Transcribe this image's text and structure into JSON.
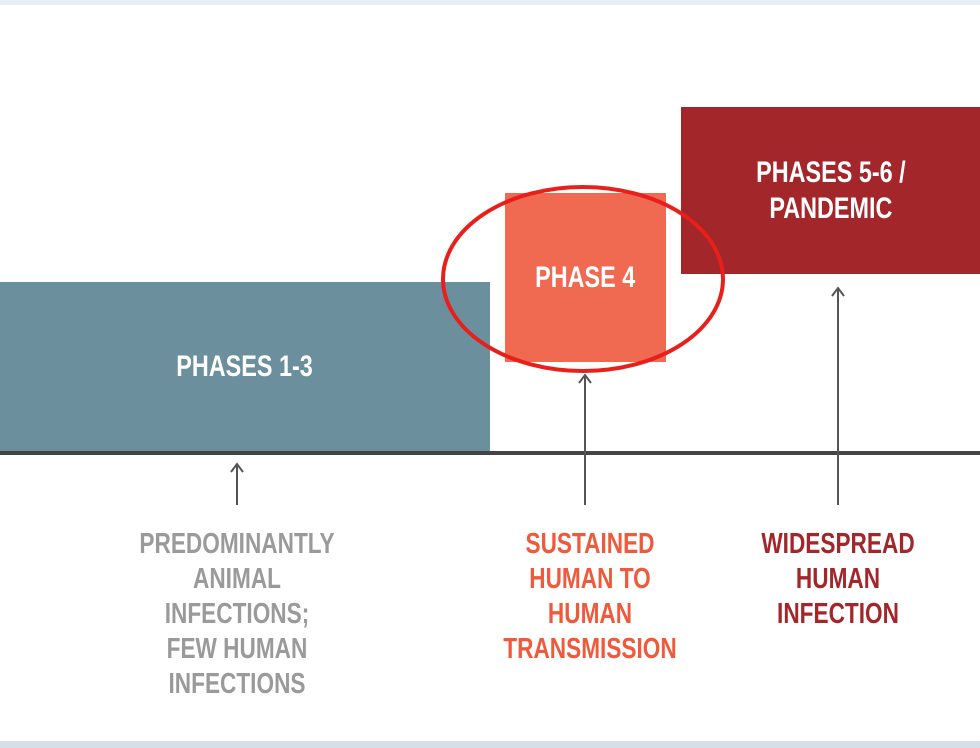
{
  "colors": {
    "phases_1_3": "#6b8f9c",
    "phase_4": "#ef6a50",
    "phases_5_6": "#a3262a",
    "highlight_ellipse": "#e8201c",
    "baseline": "#444444",
    "caption_gray": "#9a9a9a"
  },
  "phases": [
    {
      "label": "PHASES 1-3",
      "caption": [
        "PREDOMINANTLY",
        "ANIMAL",
        "INFECTIONS;",
        "FEW HUMAN",
        "INFECTIONS"
      ]
    },
    {
      "label": "PHASE 4",
      "caption": [
        "SUSTAINED",
        "HUMAN TO",
        "HUMAN",
        "TRANSMISSION"
      ],
      "highlighted": true
    },
    {
      "label": "PHASES 5-6 /\nPANDEMIC",
      "caption": [
        "WIDESPREAD",
        "HUMAN",
        "INFECTION"
      ]
    }
  ]
}
